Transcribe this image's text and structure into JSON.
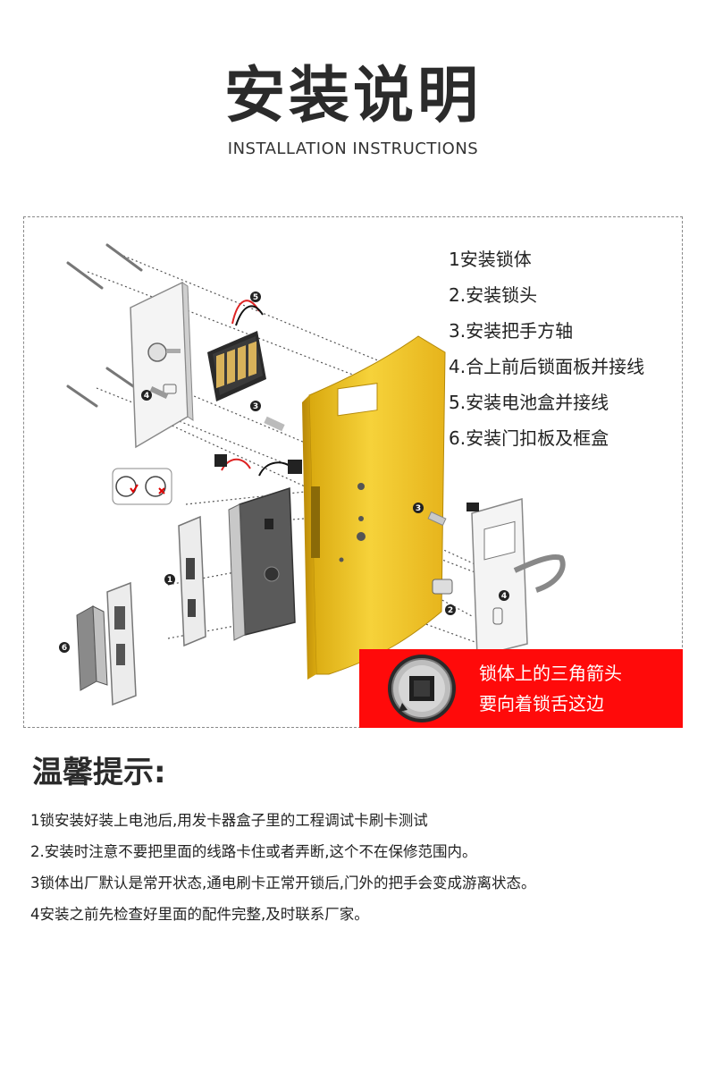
{
  "header": {
    "title": "安装说明",
    "subtitle": "INSTALLATION INSTRUCTIONS"
  },
  "steps": [
    "1安装锁体",
    "2.安装锁头",
    "3.安装把手方轴",
    "4.合上前后锁面板并接线",
    "5.安装电池盒并接线",
    "6.安装门扣板及框盒"
  ],
  "diagram": {
    "callout_numbers": [
      "1",
      "2",
      "3",
      "3",
      "4",
      "4",
      "5",
      "6"
    ]
  },
  "callout": {
    "line1": "锁体上的三角箭头",
    "line2": "要向着锁舌这边",
    "bg_color": "#ff0a0a"
  },
  "tips": {
    "heading": "温馨提示:",
    "items": [
      "1锁安装好装上电池后,用发卡器盒子里的工程调试卡刷卡测试",
      "2.安装时注意不要把里面的线路卡住或者弄断,这个不在保修范围内。",
      "3锁体出厂默认是常开状态,通电刷卡正常开锁后,门外的把手会变成游离状态。",
      "4安装之前先检查好里面的配件完整,及时联系厂家。"
    ]
  },
  "colors": {
    "door_gold": "#f2c62a",
    "text": "#222222"
  }
}
